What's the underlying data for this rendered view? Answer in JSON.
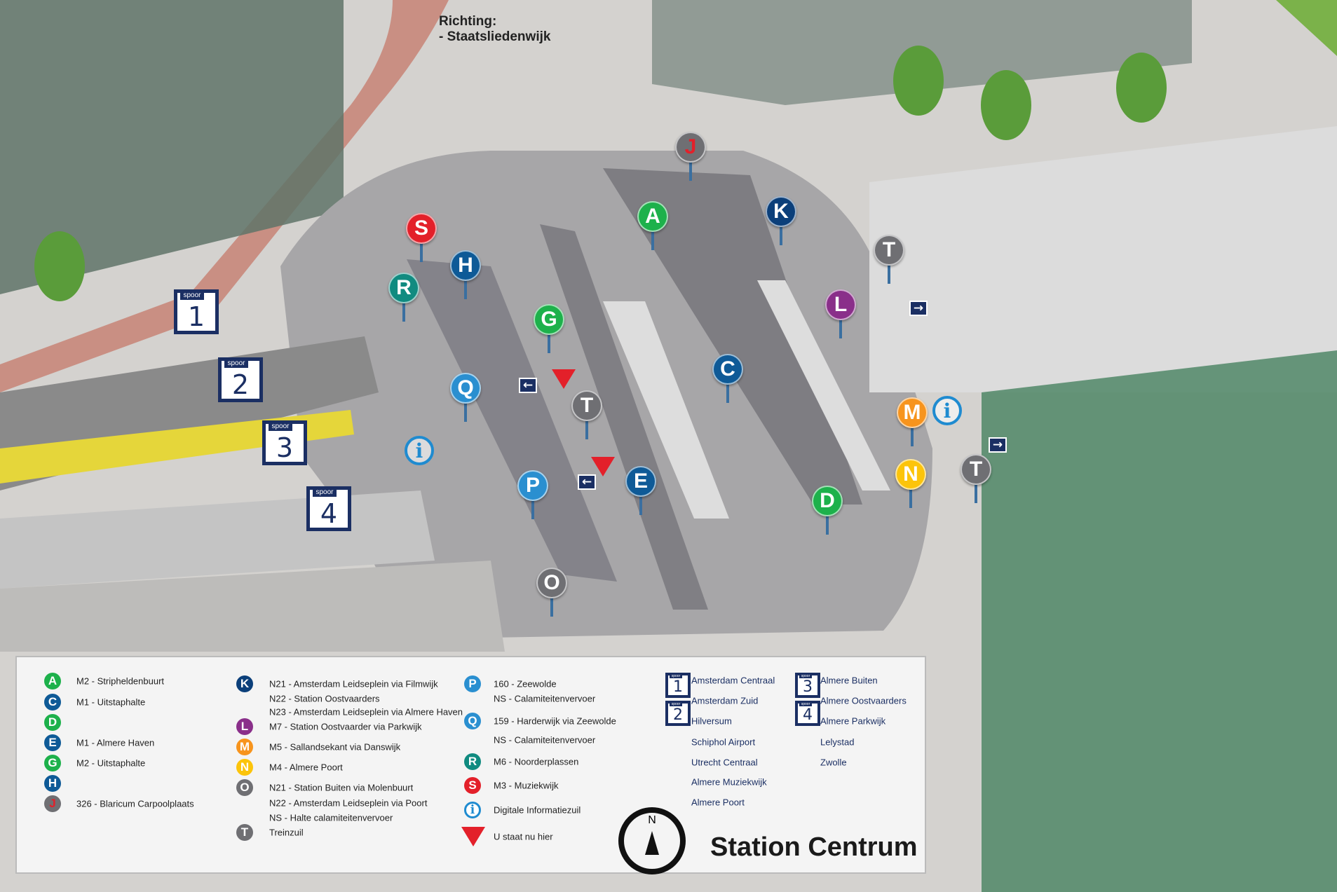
{
  "direction": {
    "line1": "Richting:",
    "line2": "- Staatsliedenwijk"
  },
  "colors": {
    "green": "#1db14b",
    "navy": "#0b3f7a",
    "darkblue": "#0e5a97",
    "teal": "#108b80",
    "red": "#e3202a",
    "purple": "#8a2f8a",
    "orange": "#f7941d",
    "yellow": "#fcc40b",
    "gray": "#6f6f73",
    "blue": "#2a8fd0"
  },
  "map_markers": [
    {
      "letter": "S",
      "color": "#e3202a"
    },
    {
      "letter": "H",
      "color": "#0e5a97"
    },
    {
      "letter": "R",
      "color": "#108b80"
    },
    {
      "letter": "A",
      "color": "#1db14b"
    },
    {
      "letter": "K",
      "color": "#0b3f7a"
    },
    {
      "letter": "J",
      "color": "#6f6f73"
    },
    {
      "letter": "G",
      "color": "#1db14b"
    },
    {
      "letter": "T",
      "color": "#6f6f73"
    },
    {
      "letter": "L",
      "color": "#8a2f8a"
    },
    {
      "letter": "C",
      "color": "#0e5a97"
    },
    {
      "letter": "Q",
      "color": "#2a8fd0"
    },
    {
      "letter": "T",
      "color": "#6f6f73"
    },
    {
      "letter": "M",
      "color": "#f7941d"
    },
    {
      "letter": "N",
      "color": "#fcc40b"
    },
    {
      "letter": "T",
      "color": "#6f6f73"
    },
    {
      "letter": "E",
      "color": "#0e5a97"
    },
    {
      "letter": "P",
      "color": "#2a8fd0"
    },
    {
      "letter": "D",
      "color": "#1db14b"
    },
    {
      "letter": "O",
      "color": "#6f6f73"
    }
  ],
  "info_icon": "i",
  "arrow_left": "←",
  "arrow_right": "→",
  "spoor_label": "spoor",
  "spoor_numbers": [
    "1",
    "2",
    "3",
    "4"
  ],
  "legend": {
    "col1": [
      {
        "letter": "A",
        "color": "#1db14b",
        "text": "M2 - Stripheldenbuurt"
      },
      {
        "letter": "C",
        "color": "#0e5a97",
        "text": "M1 - Uitstaphalte"
      },
      {
        "letter": "D",
        "color": "#1db14b",
        "text": ""
      },
      {
        "letter": "E",
        "color": "#0e5a97",
        "text": "M1 - Almere Haven"
      },
      {
        "letter": "G",
        "color": "#1db14b",
        "text": "M2 - Uitstaphalte"
      },
      {
        "letter": "H",
        "color": "#0e5a97",
        "text": ""
      },
      {
        "letter": "J",
        "color": "#6f6f73",
        "text": "326 - Blaricum Carpoolplaats"
      }
    ],
    "col2": [
      {
        "letter": "K",
        "color": "#0b3f7a",
        "lines": [
          "N21 - Amsterdam Leidseplein via Filmwijk",
          "N22 - Station Oostvaarders",
          "N23 - Amsterdam Leidseplein via Almere Haven"
        ]
      },
      {
        "letter": "L",
        "color": "#8a2f8a",
        "lines": [
          "M7 - Station Oostvaarder via Parkwijk"
        ]
      },
      {
        "letter": "M",
        "color": "#f7941d",
        "lines": [
          "M5 - Sallandsekant via Danswijk"
        ]
      },
      {
        "letter": "N",
        "color": "#fcc40b",
        "lines": [
          "M4 - Almere Poort"
        ]
      },
      {
        "letter": "O",
        "color": "#6f6f73",
        "lines": [
          "N21 - Station Buiten via Molenbuurt",
          "N22 - Amsterdam Leidseplein via Poort",
          "NS - Halte calamiteitenvervoer"
        ]
      },
      {
        "letter": "T",
        "color": "#6f6f73",
        "lines": [
          "Treinzuil"
        ]
      }
    ],
    "col3": [
      {
        "letter": "P",
        "color": "#2a8fd0",
        "lines": [
          "160 - Zeewolde",
          "NS - Calamiteitenvervoer"
        ]
      },
      {
        "letter": "Q",
        "color": "#2a8fd0",
        "lines": [
          "159 - Harderwijk via Zeewolde",
          "NS - Calamiteitenvervoer"
        ]
      },
      {
        "letter": "R",
        "color": "#108b80",
        "lines": [
          "M6 - Noorderplassen"
        ]
      },
      {
        "letter": "S",
        "color": "#e3202a",
        "lines": [
          "M3 - Muziekwijk"
        ]
      },
      {
        "letter": "i",
        "lines": [
          "Digitale Informatiezuil"
        ]
      },
      {
        "letter": "▼",
        "lines": [
          "U staat nu hier"
        ]
      }
    ],
    "spoor12": [
      "Amsterdam Centraal",
      "Amsterdam Zuid",
      "Hilversum",
      "Schiphol Airport",
      "Utrecht Centraal",
      "Almere Muziekwijk",
      "Almere Poort"
    ],
    "spoor34": [
      "Almere Buiten",
      "Almere Oostvaarders",
      "Almere Parkwijk",
      "Lelystad",
      "Zwolle"
    ],
    "compass_n": "N",
    "title": "Station Centrum"
  }
}
